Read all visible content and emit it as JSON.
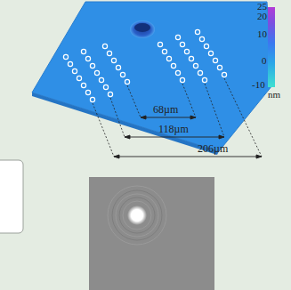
{
  "diagram": {
    "labels": [
      "25",
      "20",
      "10",
      "0",
      "-10",
      "nm",
      "68µm",
      "118µm",
      "206µm"
    ]
  }
}
